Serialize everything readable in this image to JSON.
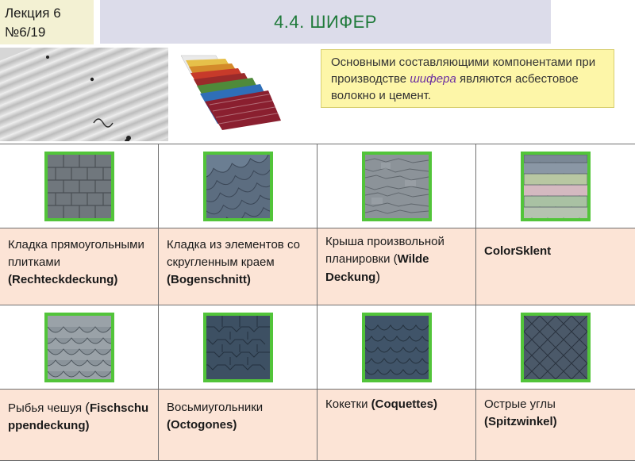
{
  "lecture": {
    "line1": "Лекция 6",
    "line2": "№6/19"
  },
  "title": "4.4. ШИФЕР",
  "info": {
    "before": "Основными составляющими компонентами при производстве ",
    "highlight": "шифера",
    "after": " являются асбестовое волокно и цемент."
  },
  "types": [
    {
      "label": "Кладка прямоугольными плитками ",
      "name": "(Rechteckdeckung)",
      "icon": "rectangular-tiles-icon",
      "color": "#6f767c"
    },
    {
      "label": "Кладка из элементов со скругленным краем ",
      "name": "(Bogenschnitt)",
      "icon": "rounded-tiles-icon",
      "color": "#5b6c7e"
    },
    {
      "label": "Крыша произвольной планировки (",
      "name": "Wilde Deckung",
      "tail": ")",
      "icon": "wild-tiles-icon",
      "color": "#8a9197"
    },
    {
      "label": "",
      "name": "ColorSklent",
      "icon": "colored-scales-icon",
      "color": "#8fa0a2"
    },
    {
      "label": "Рыбья чешуя ",
      "open": "(",
      "name": "Fischschuppendeckung)",
      "icon": "fish-scale-icon",
      "color": "#8b949b"
    },
    {
      "label": "Восьмиугольники ",
      "name": "(Octogones)",
      "icon": "octagon-tiles-icon",
      "color": "#3c4f62"
    },
    {
      "label": "Кокетки ",
      "name": "(Coquettes)",
      "icon": "coquette-tiles-icon",
      "color": "#3e5167"
    },
    {
      "label": "Острые углы ",
      "name": "(Spitzwinkel)",
      "icon": "pointed-tiles-icon",
      "color": "#4a5868"
    }
  ]
}
